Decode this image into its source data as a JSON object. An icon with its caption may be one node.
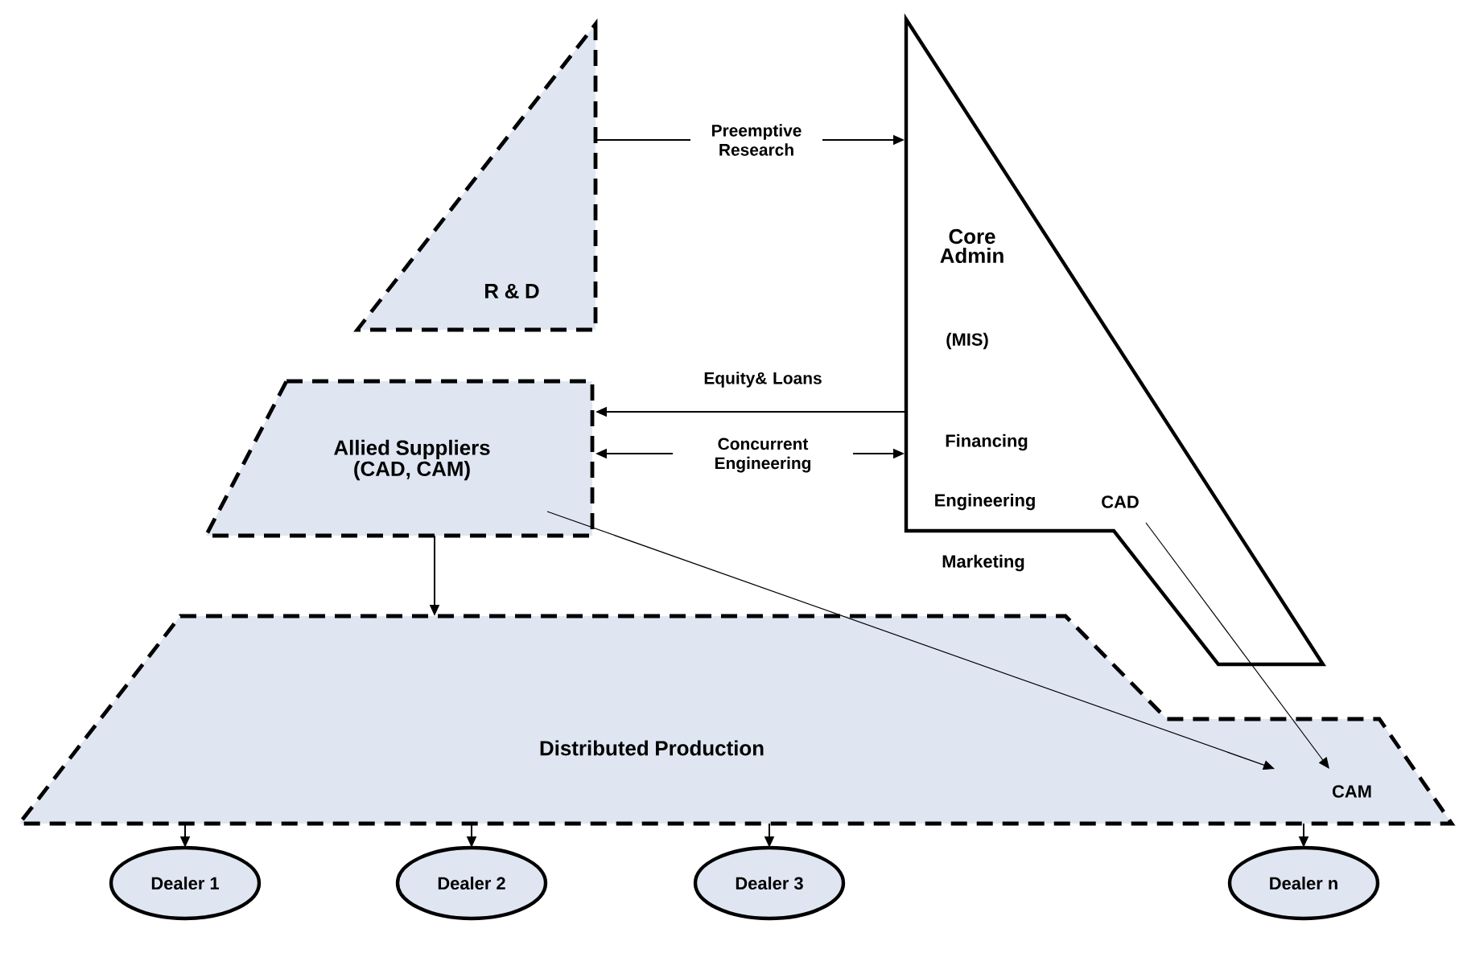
{
  "diagram": {
    "nodes": [
      {
        "text": [
          "R & D"
        ]
      },
      {
        "text": [
          "Core Admin",
          "(MIS)",
          "Financing",
          "Engineering",
          "Marketing"
        ]
      },
      {
        "text": [
          "Allied Suppliers (CAD, CAM)"
        ]
      },
      {
        "text": [
          "Distributed Production"
        ]
      },
      {
        "text": [
          "CAD"
        ],
        "in": 1
      },
      {
        "text": [
          "CAM"
        ],
        "in": 3
      },
      {
        "text": [
          "Dealer 1"
        ]
      },
      {
        "text": [
          "Dealer 2"
        ]
      },
      {
        "text": [
          "Dealer 3"
        ]
      },
      {
        "text": [
          "Dealer n"
        ]
      }
    ],
    "edges": [
      {
        "from": 0,
        "to": 1,
        "arrow": "to",
        "label": "Preemptive Research"
      },
      {
        "from": 1,
        "to": 2,
        "arrow": "to",
        "label": "Equity& Loans"
      },
      {
        "from": 2,
        "to": 1,
        "arrow": "both",
        "label": "Concurrent Engineering"
      },
      {
        "from": 2,
        "to": 3,
        "arrow": "to"
      },
      {
        "from": 2,
        "to": 5,
        "arrow": "to"
      },
      {
        "from": 4,
        "to": 5,
        "arrow": "to"
      },
      {
        "from": 3,
        "to": 6,
        "arrow": "to"
      },
      {
        "from": 3,
        "to": 7,
        "arrow": "to"
      },
      {
        "from": 3,
        "to": 8,
        "arrow": "to"
      },
      {
        "from": 3,
        "to": 9,
        "arrow": "to"
      }
    ]
  }
}
